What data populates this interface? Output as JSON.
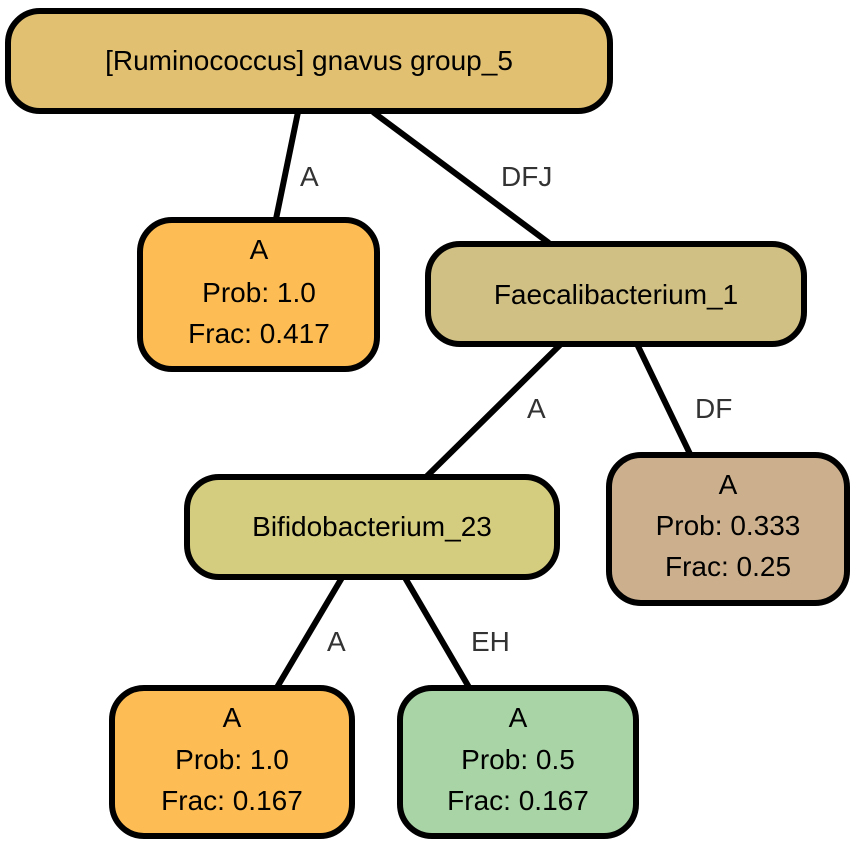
{
  "tree": {
    "root": {
      "label": "[Ruminococcus] gnavus group_5",
      "color": "#E1C072"
    },
    "leaf_root_a": {
      "lines": [
        "A",
        "Prob: 1.0",
        "Frac: 0.417"
      ],
      "color": "#FDBD54"
    },
    "faecali": {
      "label": "Faecalibacterium_1",
      "color": "#D1C084"
    },
    "bifido": {
      "label": "Bifidobacterium_23",
      "color": "#D4CC7E"
    },
    "leaf_faecali_df": {
      "lines": [
        "A",
        "Prob: 0.333",
        "Frac: 0.25"
      ],
      "color": "#CCB08E"
    },
    "leaf_bifido_a": {
      "lines": [
        "A",
        "Prob: 1.0",
        "Frac: 0.167"
      ],
      "color": "#FDBD54"
    },
    "leaf_bifido_eh": {
      "lines": [
        "A",
        "Prob: 0.5",
        "Frac: 0.167"
      ],
      "color": "#A9D4A6"
    }
  },
  "edges": {
    "root_to_leaf": "A",
    "root_to_faecali": "DFJ",
    "faecali_to_bifido": "A",
    "faecali_to_leaf": "DF",
    "bifido_to_leaf_a": "A",
    "bifido_to_leaf_eh": "EH"
  }
}
